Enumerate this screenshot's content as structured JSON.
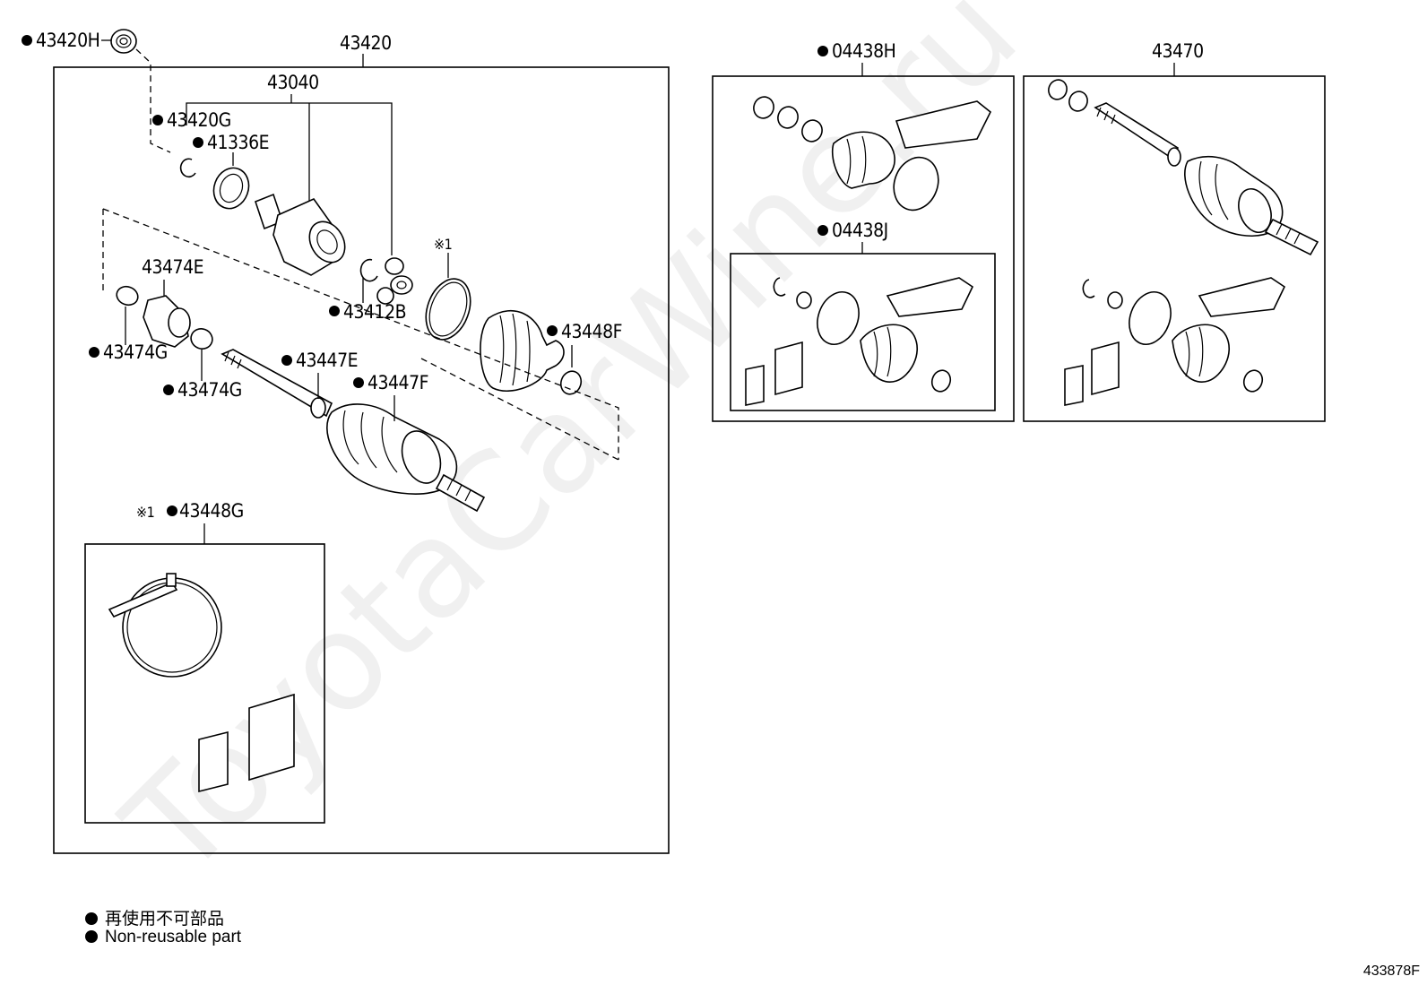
{
  "watermark": "ToyotaCarWine.ru",
  "labels": {
    "p43420H": "43420H",
    "p43420": "43420",
    "p43040": "43040",
    "p43420G": "43420G",
    "p41336E": "41336E",
    "p43474E": "43474E",
    "p43412B": "43412B",
    "p43448F": "43448F",
    "p43474G_a": "43474G",
    "p43474G_b": "43474G",
    "p43447E": "43447E",
    "p43447F": "43447F",
    "p43448G": "43448G",
    "p04438H": "04438H",
    "p04438J": "04438J",
    "p43470": "43470",
    "note_mark_a": "※1",
    "note_mark_b": "※1"
  },
  "legend": {
    "line1": "再使用不可部品",
    "line2": "Non-reusable part"
  },
  "diagram_code": "433878F"
}
